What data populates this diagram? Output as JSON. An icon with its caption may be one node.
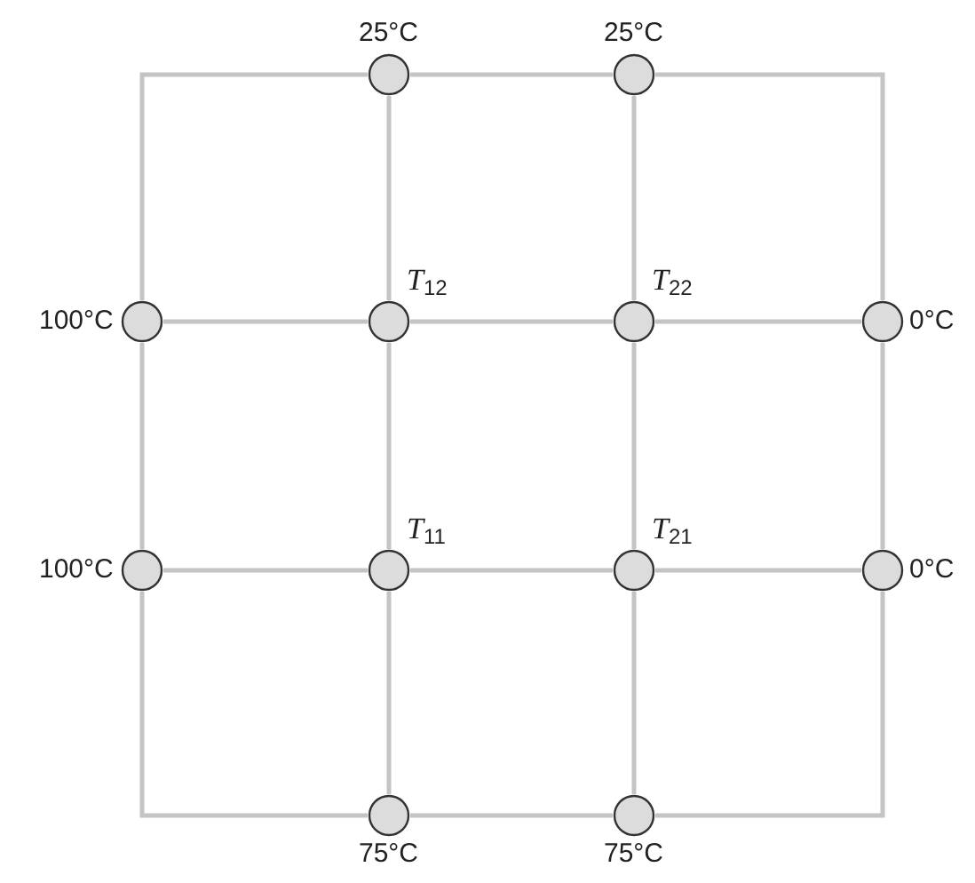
{
  "diagram": {
    "nodes": [
      {
        "text": [],
        "shape": "circle",
        "beside": [
          "25°C"
        ]
      },
      {
        "text": [],
        "shape": "circle",
        "beside": [
          "25°C"
        ]
      },
      {
        "text": [],
        "shape": "circle",
        "beside": [
          "100°C"
        ]
      },
      {
        "text": [],
        "shape": "circle",
        "beside": [
          "*T*$_{12}$"
        ]
      },
      {
        "text": [],
        "shape": "circle",
        "beside": [
          "*T*$_{22}$"
        ]
      },
      {
        "text": [],
        "shape": "circle",
        "beside": [
          "0°C"
        ]
      },
      {
        "text": [],
        "shape": "circle",
        "beside": [
          "100°C"
        ]
      },
      {
        "text": [],
        "shape": "circle",
        "beside": [
          "*T*$_{11}$"
        ]
      },
      {
        "text": [],
        "shape": "circle",
        "beside": [
          "*T*$_{21}$"
        ]
      },
      {
        "text": [],
        "shape": "circle",
        "beside": [
          "0°C"
        ]
      },
      {
        "text": [],
        "shape": "circle",
        "beside": [
          "75°C"
        ]
      },
      {
        "text": [],
        "shape": "circle",
        "beside": [
          "75°C"
        ]
      }
    ],
    "edges": [
      {
        "from": 0,
        "to": 1,
        "arrow": "none"
      },
      {
        "from": 0,
        "to": 2,
        "arrow": "none"
      },
      {
        "from": 1,
        "to": 5,
        "arrow": "none"
      },
      {
        "from": 0,
        "to": 3,
        "arrow": "none"
      },
      {
        "from": 1,
        "to": 4,
        "arrow": "none"
      },
      {
        "from": 2,
        "to": 3,
        "arrow": "none"
      },
      {
        "from": 3,
        "to": 4,
        "arrow": "none"
      },
      {
        "from": 4,
        "to": 5,
        "arrow": "none"
      },
      {
        "from": 2,
        "to": 6,
        "arrow": "none"
      },
      {
        "from": 3,
        "to": 7,
        "arrow": "none"
      },
      {
        "from": 4,
        "to": 8,
        "arrow": "none"
      },
      {
        "from": 5,
        "to": 9,
        "arrow": "none"
      },
      {
        "from": 6,
        "to": 7,
        "arrow": "none"
      },
      {
        "from": 7,
        "to": 8,
        "arrow": "none"
      },
      {
        "from": 8,
        "to": 9,
        "arrow": "none"
      },
      {
        "from": 6,
        "to": 10,
        "arrow": "none"
      },
      {
        "from": 7,
        "to": 10,
        "arrow": "none"
      },
      {
        "from": 8,
        "to": 11,
        "arrow": "none"
      },
      {
        "from": 9,
        "to": 11,
        "arrow": "none"
      },
      {
        "from": 10,
        "to": 11,
        "arrow": "none"
      }
    ]
  }
}
